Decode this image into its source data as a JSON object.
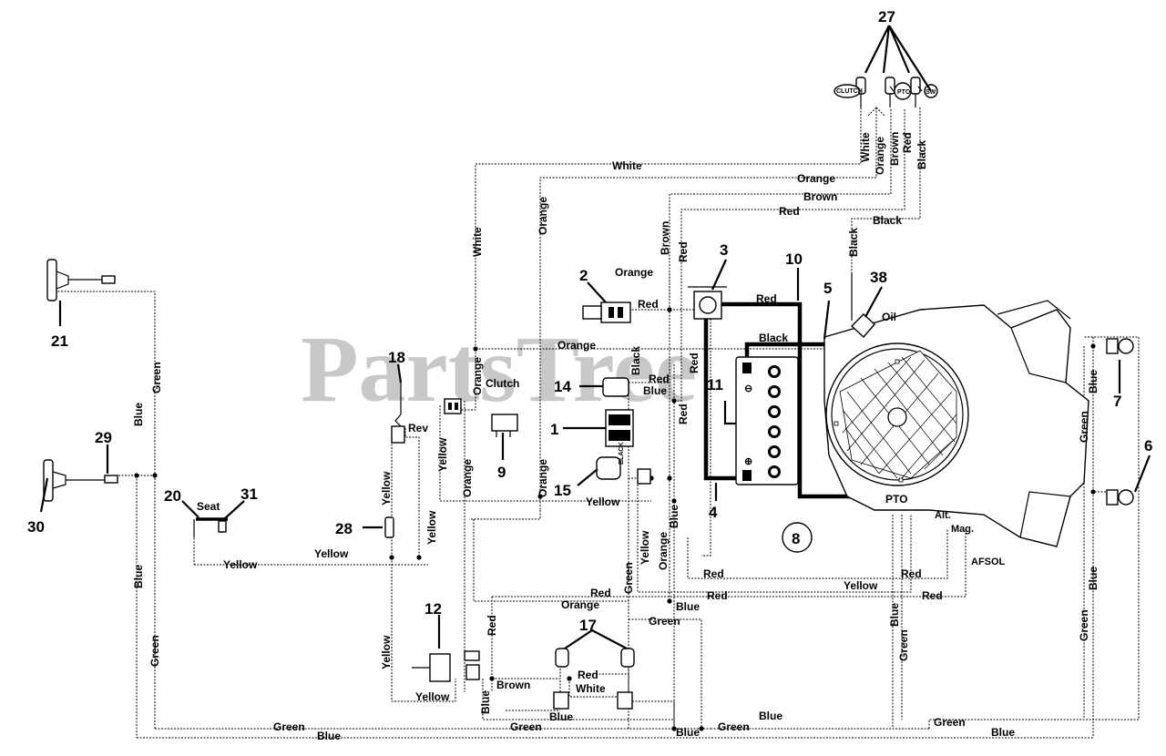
{
  "watermark": "PartsTree",
  "callouts": {
    "n1": "1",
    "n2": "2",
    "n3": "3",
    "n4": "4",
    "n5": "5",
    "n6": "6",
    "n7": "7",
    "n8": "8",
    "n9": "9",
    "n10": "10",
    "n11": "11",
    "n12": "12",
    "n14": "14",
    "n15": "15",
    "n17": "17",
    "n18": "18",
    "n20": "20",
    "n21": "21",
    "n27": "27",
    "n28": "28",
    "n29": "29",
    "n30": "30",
    "n31": "31",
    "n38": "38"
  },
  "switch_badges": {
    "clutch": "CLUTCH",
    "pto": "PTO",
    "sw3": "SW"
  },
  "component_labels": {
    "clutch": "Clutch",
    "seat": "Seat",
    "rev": "Rev",
    "oil": "Oil",
    "pto": "PTO",
    "alt": "Alt.",
    "mag": "Mag.",
    "afsol": "AFSOL",
    "black_small": "BLACK"
  },
  "wire_colors": {
    "white": "White",
    "orange": "Orange",
    "brown": "Brown",
    "red": "Red",
    "black": "Black",
    "blue": "Blue",
    "green": "Green",
    "yellow": "Yellow"
  }
}
